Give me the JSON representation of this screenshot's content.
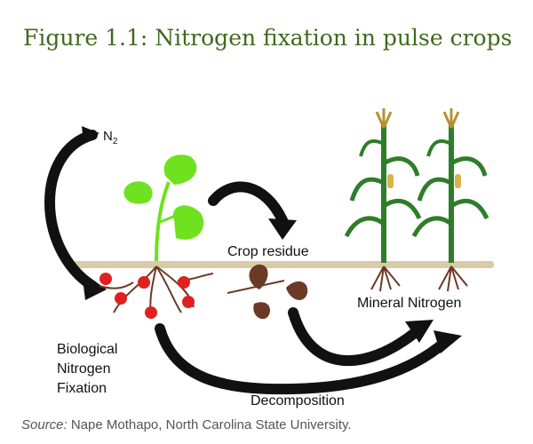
{
  "figure": {
    "title": "Figure 1.1: Nitrogen fixation in pulse crops"
  },
  "diagram": {
    "labels": {
      "n2": "N",
      "n2_subscript": "2",
      "crop_residue": "Crop residue",
      "mineral_nitrogen": "Mineral Nitrogen",
      "bnf_line1": "Biological",
      "bnf_line2": "Nitrogen",
      "bnf_line3": "Fixation",
      "decomposition": "Decomposition"
    },
    "icons": [
      "bean-plant-icon",
      "corn-plant-icon",
      "root-nodule-icon",
      "crop-residue-icon",
      "curved-arrow-icon"
    ],
    "colors": {
      "title": "#3f6a1e",
      "soil": "#d9cba6",
      "leaf_green": "#6ee21f",
      "corn_green": "#2f7d2a",
      "nodule_red": "#e02020",
      "residue_brown": "#6b3a26",
      "arrow": "#111111"
    }
  },
  "source": {
    "label": "Source:",
    "text": "Nape Mothapo, North Carolina State University."
  }
}
